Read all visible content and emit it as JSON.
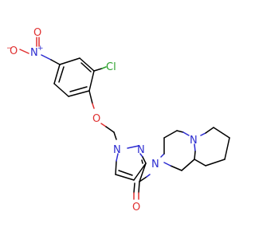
{
  "molecule": {
    "colors": {
      "carbon": "#000000",
      "nitrogen": "#2b2bd0",
      "oxygen": "#e03030",
      "chlorine": "#2aa02a"
    },
    "atom_labels": {
      "nitro_oxygen_top": "O",
      "nitro_oxygen_minus": "O",
      "minus_sign": "−",
      "nitro_nitrogen": "N",
      "plus_sign": "+",
      "chlorine": "Cl",
      "ether_oxygen": "O",
      "pyrazole_n1": "N",
      "pyrazole_n2": "N",
      "carbonyl_oxygen": "O",
      "amide_nitrogen": "N",
      "bridgehead_nitrogen": "N"
    }
  }
}
